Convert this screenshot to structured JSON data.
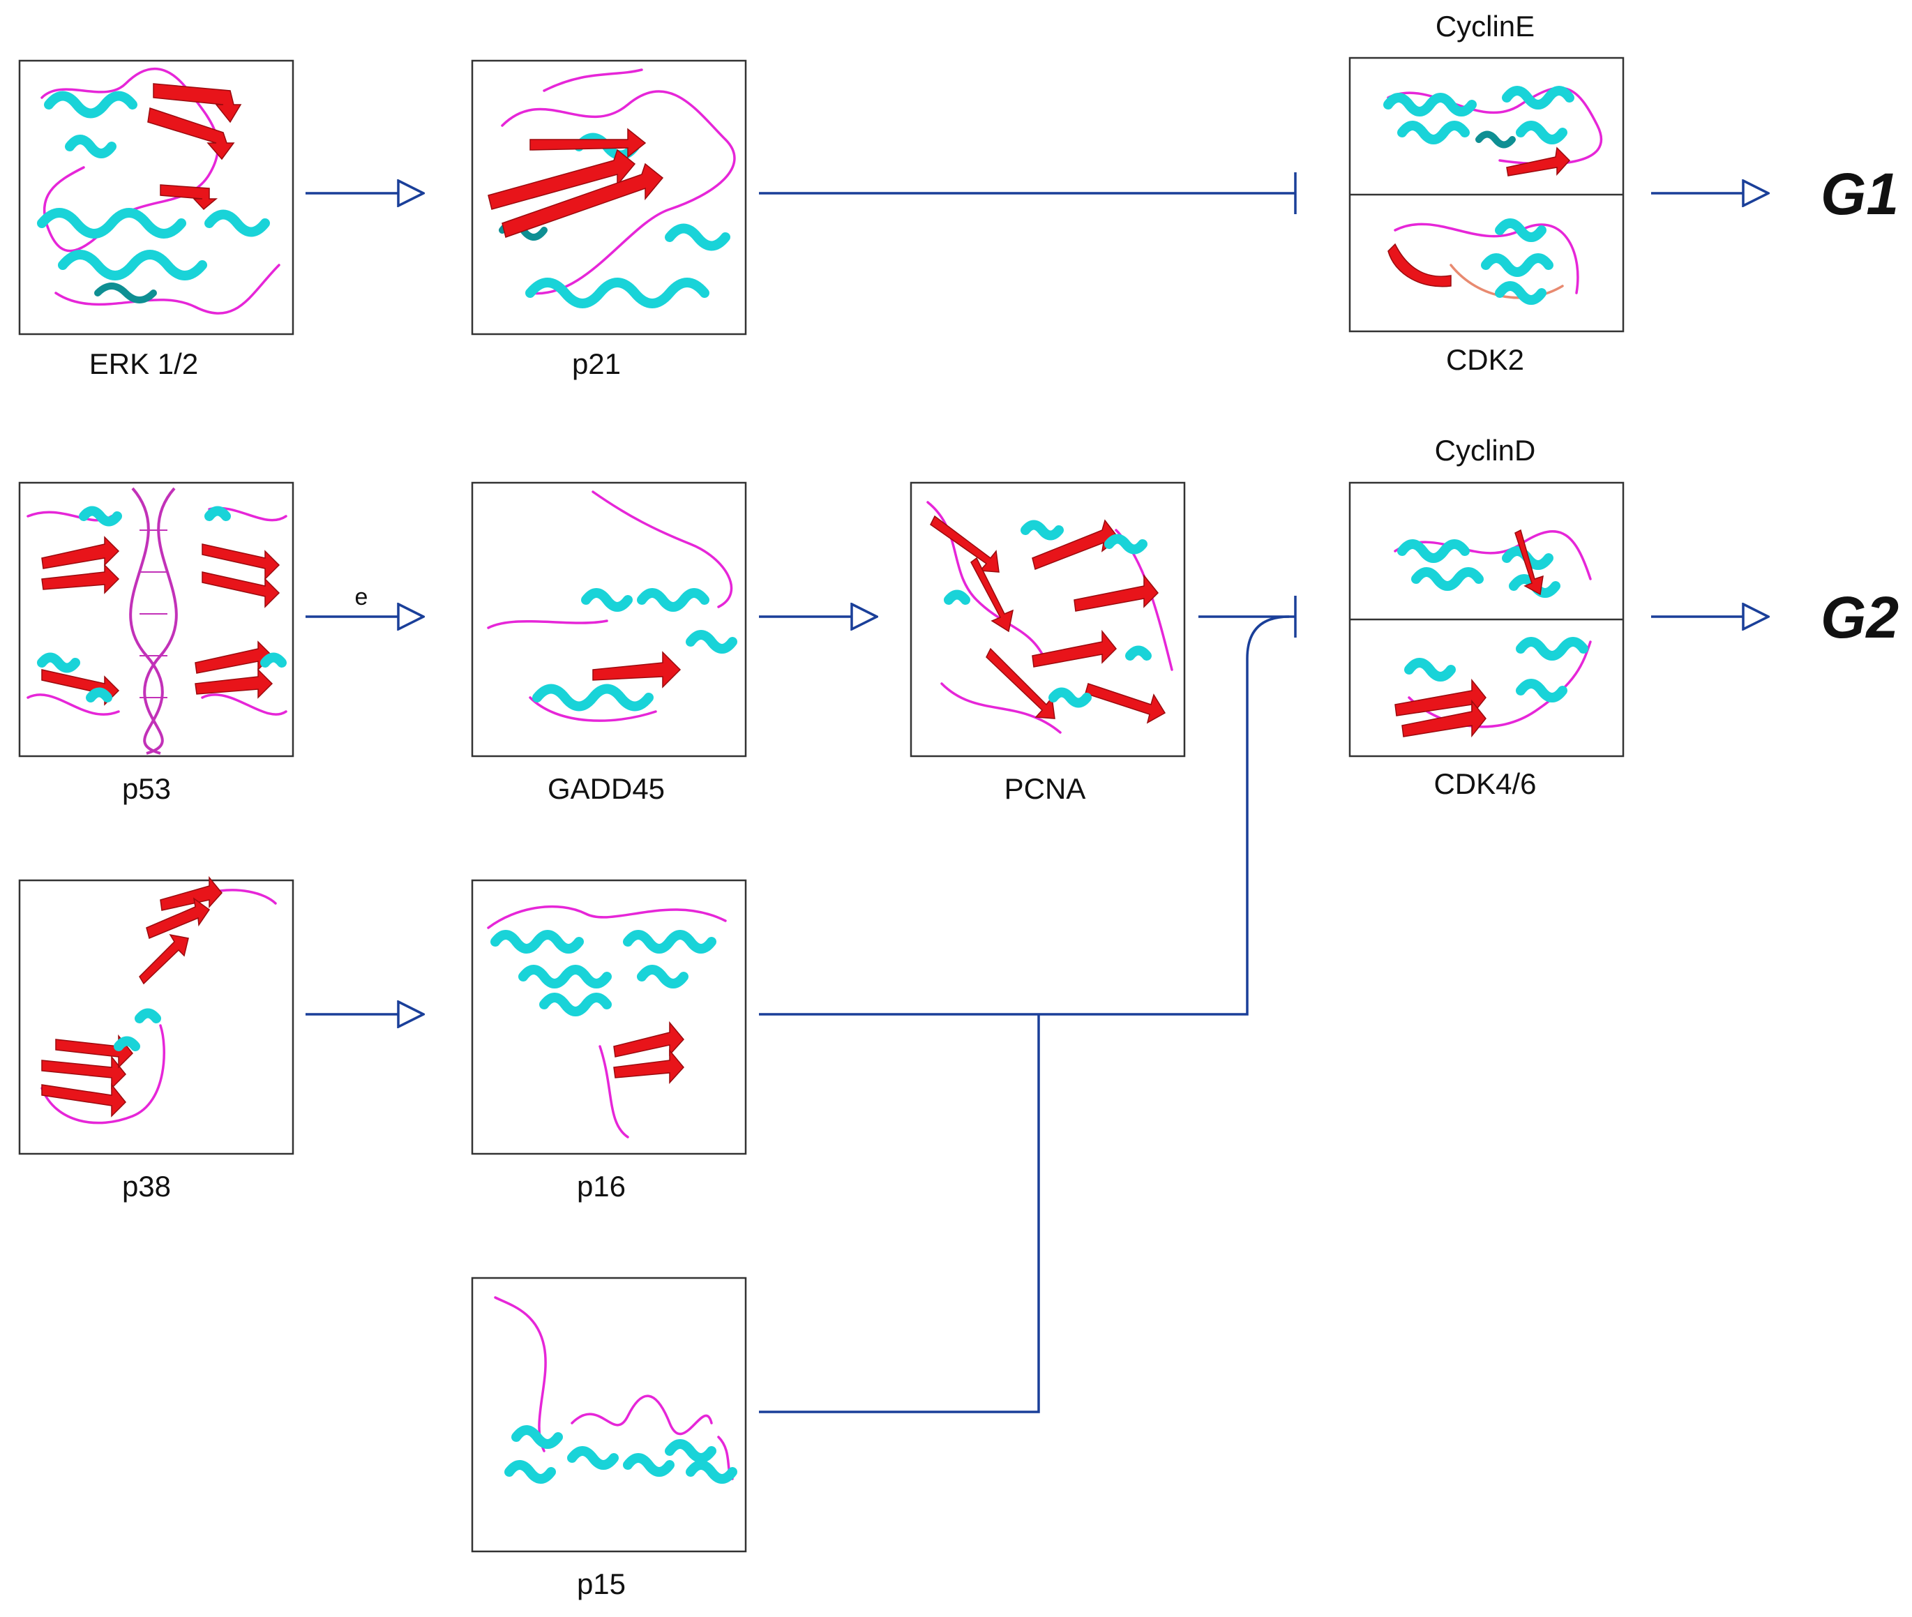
{
  "colors": {
    "arrow": "#1a3f99",
    "helix": "#19d3d8",
    "sheet": "#e8141a",
    "coil": "#e626d8"
  },
  "proteins": {
    "erk": "ERK 1/2",
    "p21": "p21",
    "cyclinE": "CyclinE",
    "cdk2": "CDK2",
    "p53": "p53",
    "gadd45": "GADD45",
    "pcna": "PCNA",
    "cyclinD": "CyclinD",
    "cdk46": "CDK4/6",
    "p38": "p38",
    "p16": "p16",
    "p15": "p15"
  },
  "phases": {
    "g1": "G1",
    "g2": "G2"
  },
  "edge_labels": {
    "p53_gadd45": "e"
  },
  "edges": [
    {
      "from": "ERK 1/2",
      "to": "p21",
      "type": "activation"
    },
    {
      "from": "p21",
      "to": "CyclinE/CDK2",
      "type": "inhibition"
    },
    {
      "from": "CyclinE/CDK2",
      "to": "G1",
      "type": "activation"
    },
    {
      "from": "p53",
      "to": "GADD45",
      "type": "activation",
      "label": "e"
    },
    {
      "from": "GADD45",
      "to": "PCNA",
      "type": "activation"
    },
    {
      "from": "PCNA",
      "to": "CyclinD/CDK4/6",
      "type": "inhibition"
    },
    {
      "from": "CyclinD/CDK4/6",
      "to": "G2",
      "type": "activation"
    },
    {
      "from": "p38",
      "to": "p16",
      "type": "activation"
    },
    {
      "from": "p16",
      "to": "CyclinD/CDK4/6",
      "type": "inhibition"
    },
    {
      "from": "p15",
      "to": "CyclinD/CDK4/6",
      "type": "inhibition"
    }
  ]
}
